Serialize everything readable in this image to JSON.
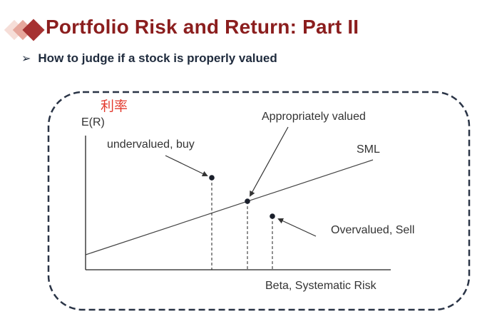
{
  "slide": {
    "title": "Portfolio Risk and Return: Part II",
    "bullet": "How to judge if a stock is properly valued",
    "annotation": "利率"
  },
  "diagram": {
    "y_axis_label": "E(R)",
    "x_axis_label": "Beta, Systematic Risk",
    "line_label": "SML",
    "points": {
      "undervalued": "undervalued, buy",
      "appropriate": "Appropriately valued",
      "overvalued": "Overvalued, Sell"
    }
  },
  "colors": {
    "title": "#8b1e1e",
    "text": "#333333",
    "annotation": "#e33a2e",
    "frame": "#2a3446",
    "diamond_dark": "#a63232",
    "diamond_light": "#f0c9c2"
  }
}
